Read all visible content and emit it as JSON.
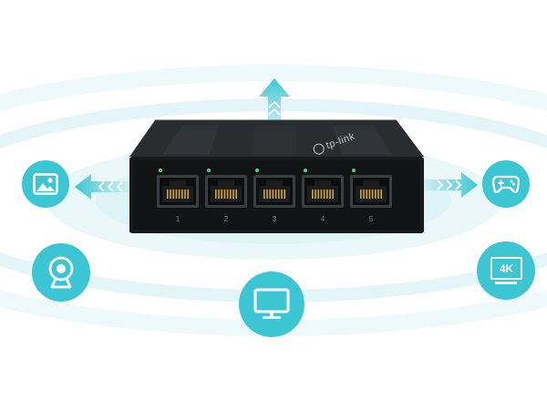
{
  "colors": {
    "accent": "#3cc6d3",
    "ring_light": "#e6f6f8",
    "switch_body": "#1d1f21",
    "switch_face": "#151618",
    "port_gold": "#d4a63a",
    "led_green": "#3ee07a"
  },
  "device": {
    "brand_label": "tp-link",
    "ports": [
      {
        "number": "1"
      },
      {
        "number": "2"
      },
      {
        "number": "3"
      },
      {
        "number": "4"
      },
      {
        "number": "5"
      }
    ]
  },
  "icons": {
    "photo": "image-icon",
    "camera": "webcam-icon",
    "monitor": "monitor-icon",
    "game": "gamepad-icon",
    "tv4k": "4k-tv-icon",
    "tv4k_label": "4K",
    "arrow_up": "arrow-up-icon",
    "arrow_left": "arrow-left-icon",
    "arrow_right": "arrow-right-icon"
  }
}
